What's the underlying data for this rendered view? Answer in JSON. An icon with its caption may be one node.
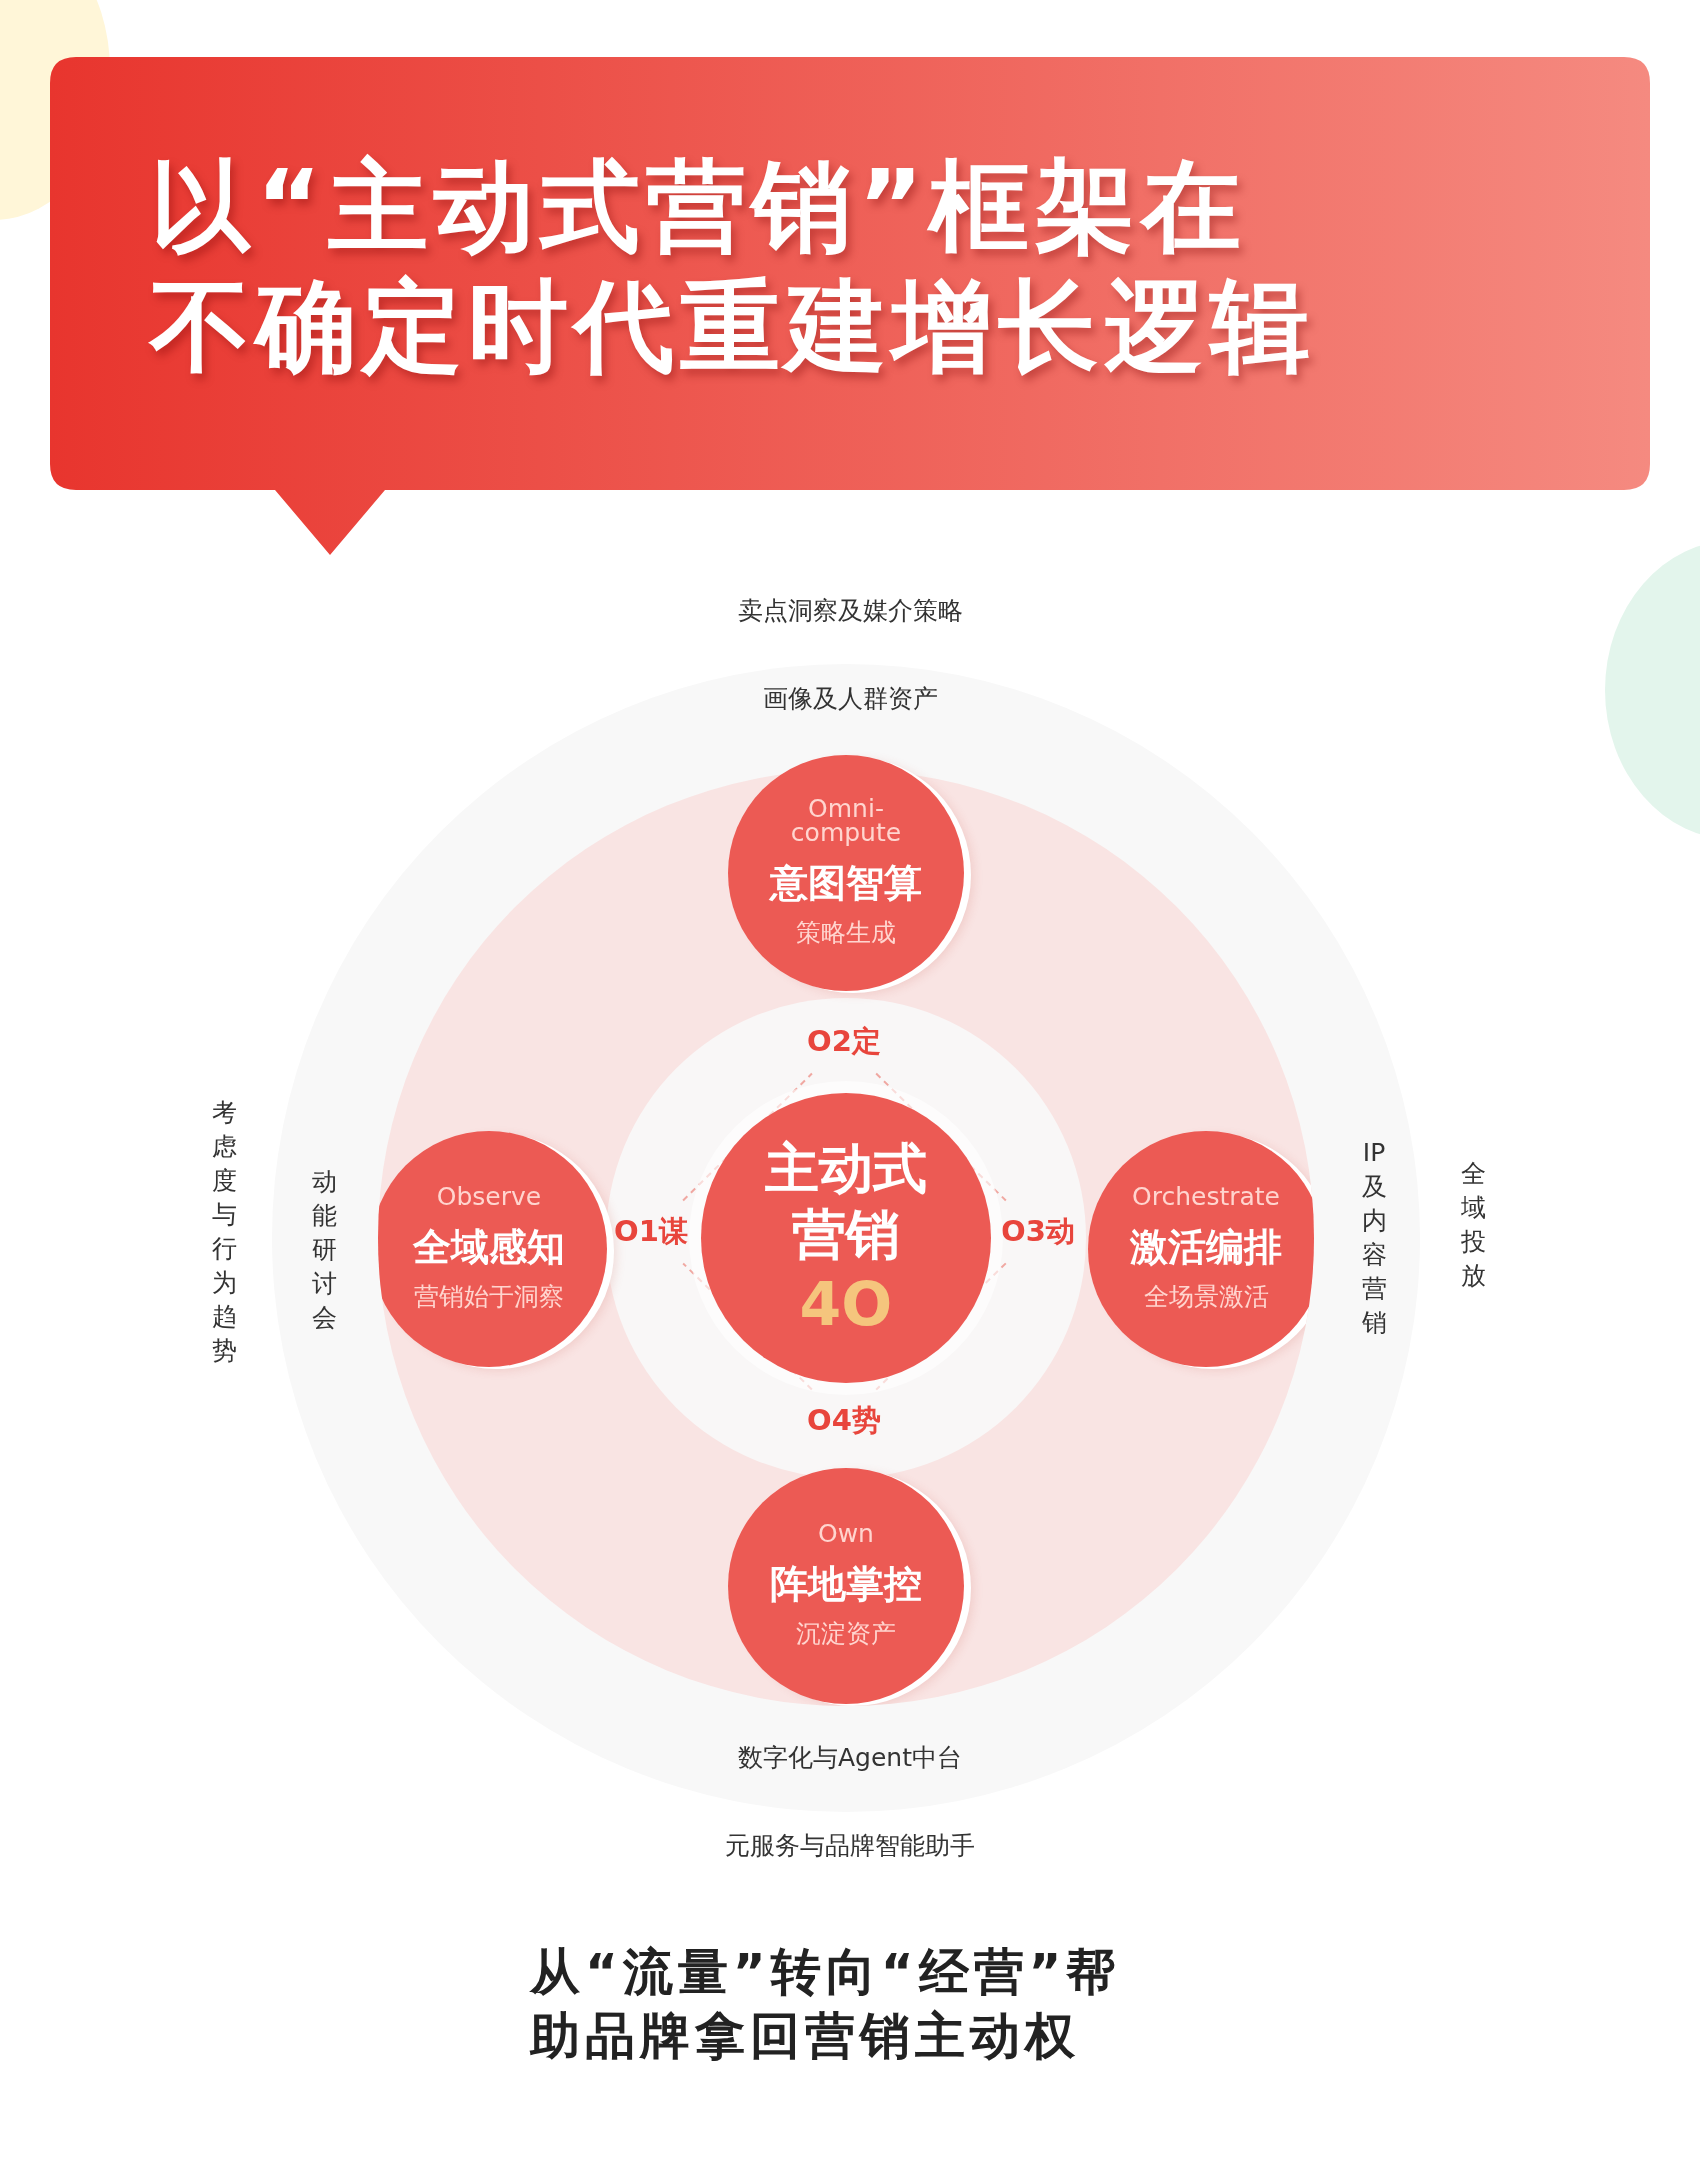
{
  "diagram": {
    "title": "以“主动式营销”框架在不确定时代重建增长逻辑",
    "caption": "从“流量”转向“经营”帮助品牌拿回营销主动权",
    "nodes": [
      {
        "text": [
          "画像及人群资产",
          "动能研讨会",
          "IP及内容营销",
          "数字化与Agent中台"
        ]
      },
      {
        "text": [],
        "shape": "circle",
        "in": 0
      },
      {
        "text": [
          "O2定",
          "O1谋",
          "O3动",
          "O4势"
        ],
        "in": 1
      },
      {
        "text": [
          "主动式营销",
          "4O"
        ],
        "in": 2
      },
      {
        "text": [
          "Omni-compute",
          "意图智算",
          "策略生成"
        ],
        "in": 0
      },
      {
        "text": [
          "Observe",
          "全域感知",
          "营销始于洞察"
        ],
        "in": 1
      },
      {
        "text": [
          "Orchestrate",
          "激活编排",
          "全场景激活"
        ],
        "in": 1
      },
      {
        "text": [
          "Own",
          "阵地掌控",
          "沉淀资产"
        ],
        "in": 1
      }
    ],
    "labels": [
      "卖点洞察及媒介策略",
      "考虑度与行为趋势",
      "全域投放",
      "元服务与品牌智能助手"
    ]
  }
}
